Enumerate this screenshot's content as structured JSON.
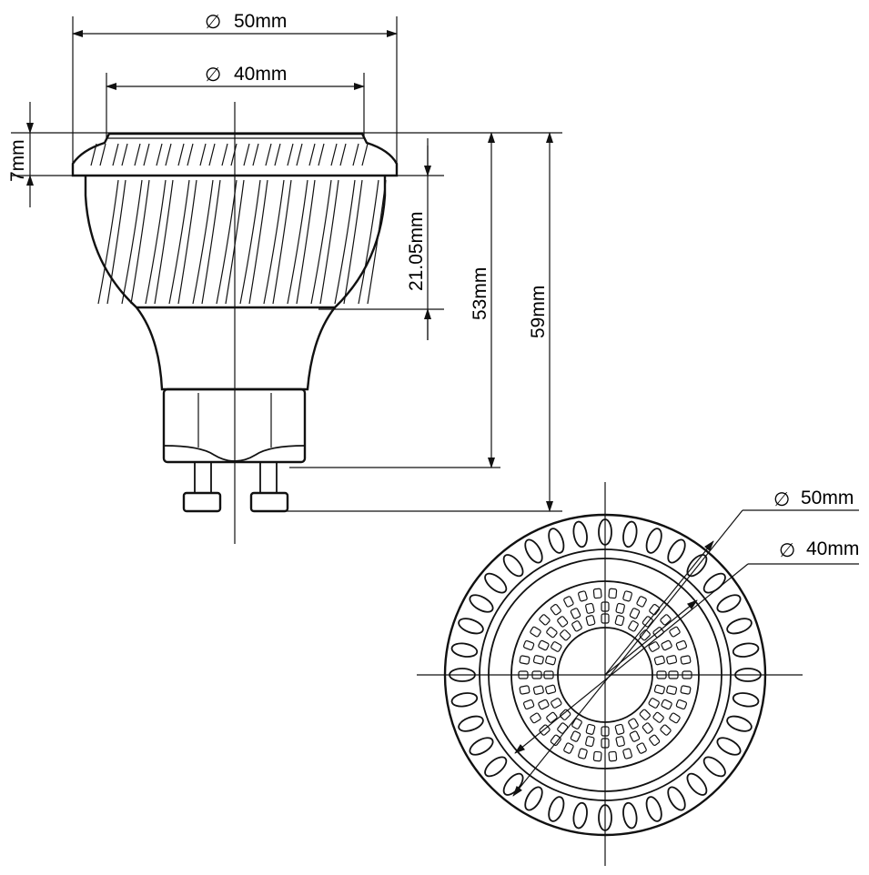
{
  "side_view": {
    "dimensions": {
      "outer_diameter": {
        "symbol": "∅",
        "value": "50mm"
      },
      "inner_diameter": {
        "symbol": "∅",
        "value": "40mm"
      },
      "rim_height": "7mm",
      "fin_height": "21.05mm",
      "body_height": "53mm",
      "total_height": "59mm"
    }
  },
  "top_view": {
    "dimensions": {
      "outer_diameter": {
        "symbol": "∅",
        "value": "50mm"
      },
      "inner_diameter": {
        "symbol": "∅",
        "value": "40mm"
      }
    }
  }
}
